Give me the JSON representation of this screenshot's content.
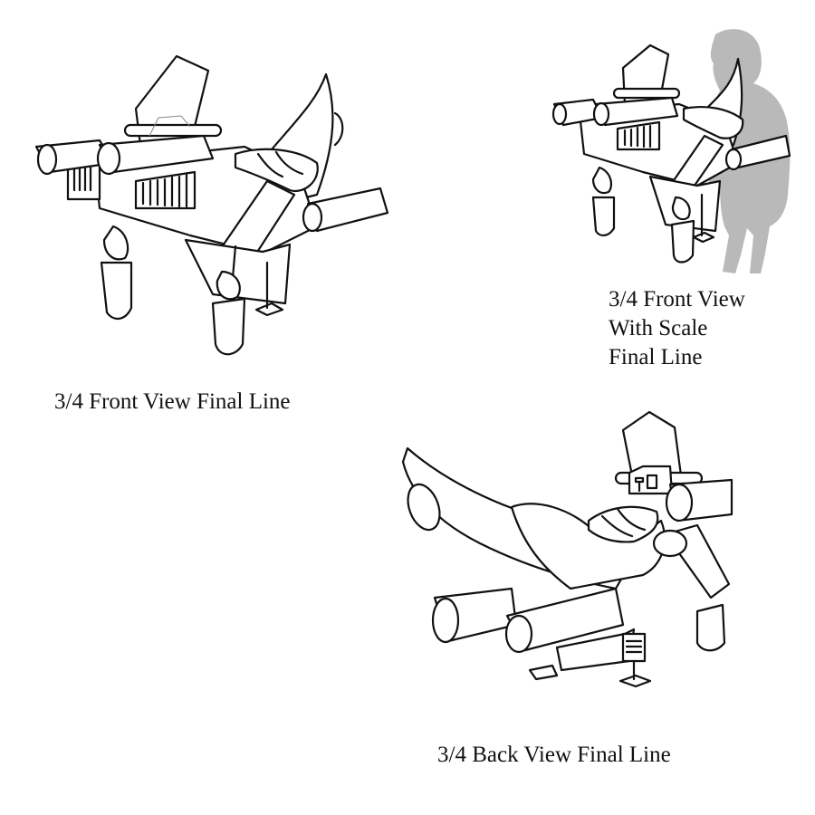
{
  "sheet": {
    "background": "#ffffff",
    "line_color": "#111111",
    "silhouette_color": "#b9b9b9"
  },
  "views": [
    {
      "id": "front",
      "caption": "3/4 Front View Final Line"
    },
    {
      "id": "front-scale",
      "caption_lines": [
        "3/4 Front View",
        "With Scale",
        "Final Line"
      ]
    },
    {
      "id": "back",
      "caption": "3/4 Back View Final Line"
    }
  ]
}
